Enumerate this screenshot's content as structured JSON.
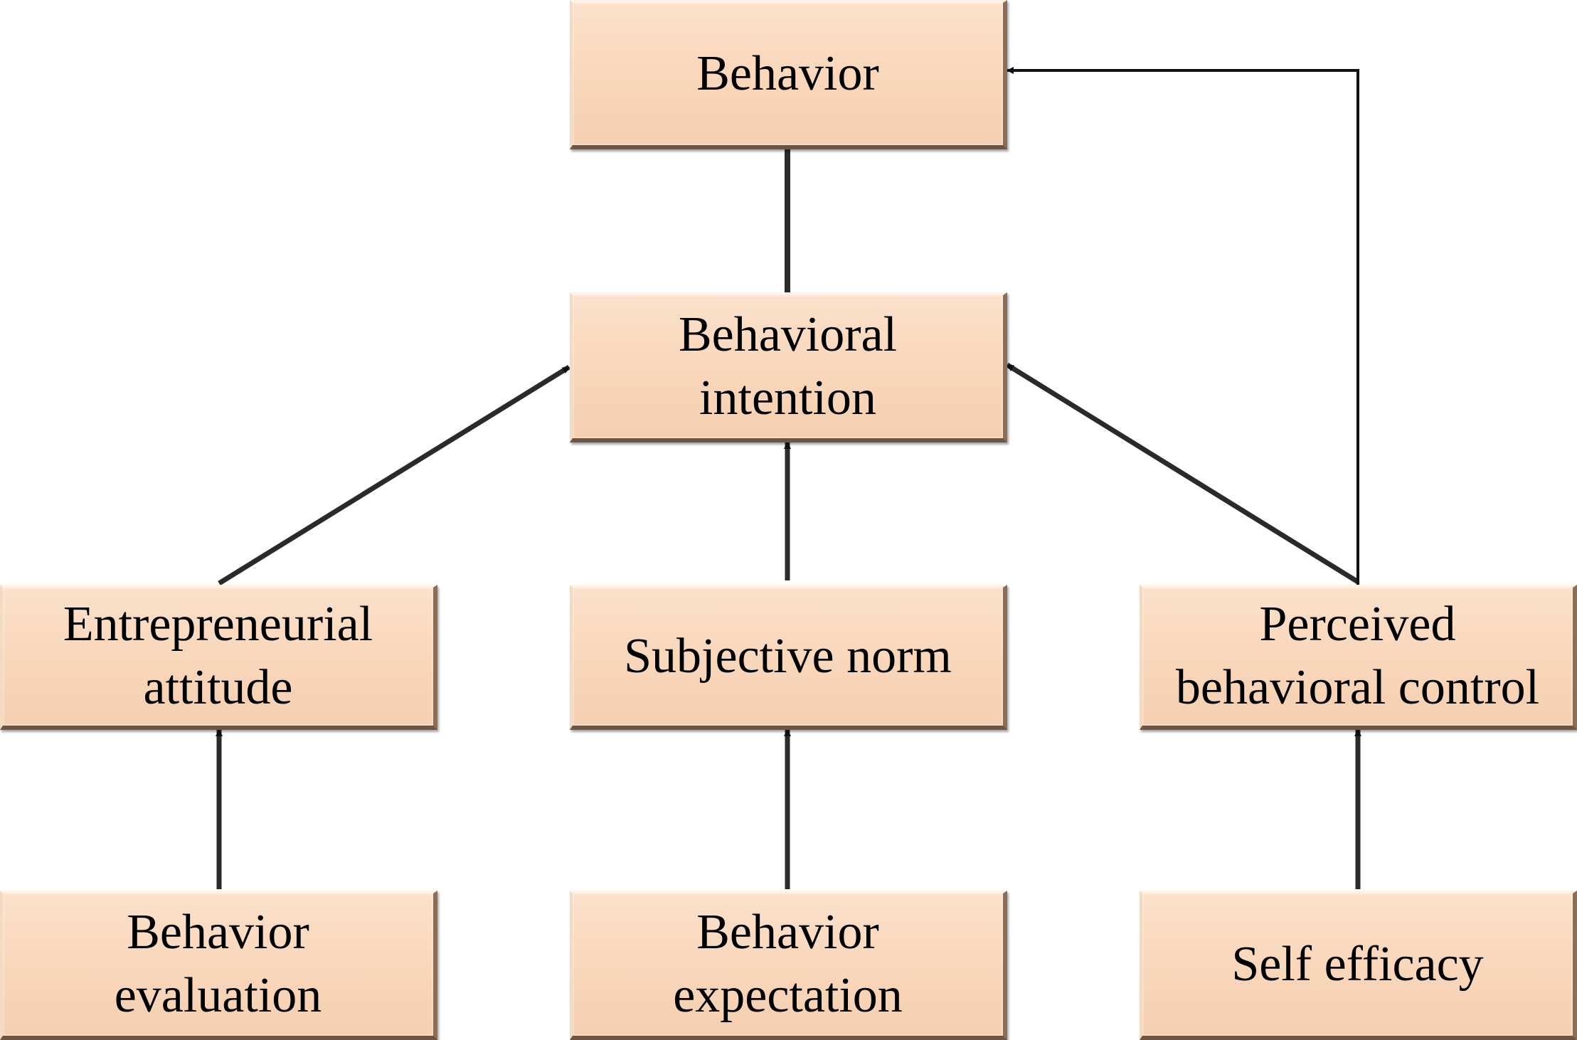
{
  "nodes": {
    "behavior": "Behavior",
    "behavioral_intention": "Behavioral\nintention",
    "entrepreneurial_attitude": "Entrepreneurial\nattitude",
    "subjective_norm": "Subjective norm",
    "perceived_behavioral_control": "Perceived\nbehavioral control",
    "behavior_evaluation": "Behavior\nevaluation",
    "behavior_expectation": "Behavior\nexpectation",
    "self_efficacy": "Self efficacy"
  },
  "edges": [
    {
      "from": "behavioral_intention",
      "to": "behavior",
      "arrowhead": false
    },
    {
      "from": "entrepreneurial_attitude",
      "to": "behavioral_intention",
      "arrowhead": true
    },
    {
      "from": "subjective_norm",
      "to": "behavioral_intention",
      "arrowhead": true
    },
    {
      "from": "perceived_behavioral_control",
      "to": "behavioral_intention",
      "arrowhead": true
    },
    {
      "from": "perceived_behavioral_control",
      "to": "behavior",
      "arrowhead": true
    },
    {
      "from": "behavior_evaluation",
      "to": "entrepreneurial_attitude",
      "arrowhead": true
    },
    {
      "from": "behavior_expectation",
      "to": "subjective_norm",
      "arrowhead": true
    },
    {
      "from": "self_efficacy",
      "to": "perceived_behavioral_control",
      "arrowhead": true
    }
  ],
  "colors": {
    "box_fill": "#f9d8bd",
    "box_border_dark": "#6f5441",
    "connector": "#2a2a2a",
    "arrowhead": "#111111",
    "text": "#000000"
  }
}
